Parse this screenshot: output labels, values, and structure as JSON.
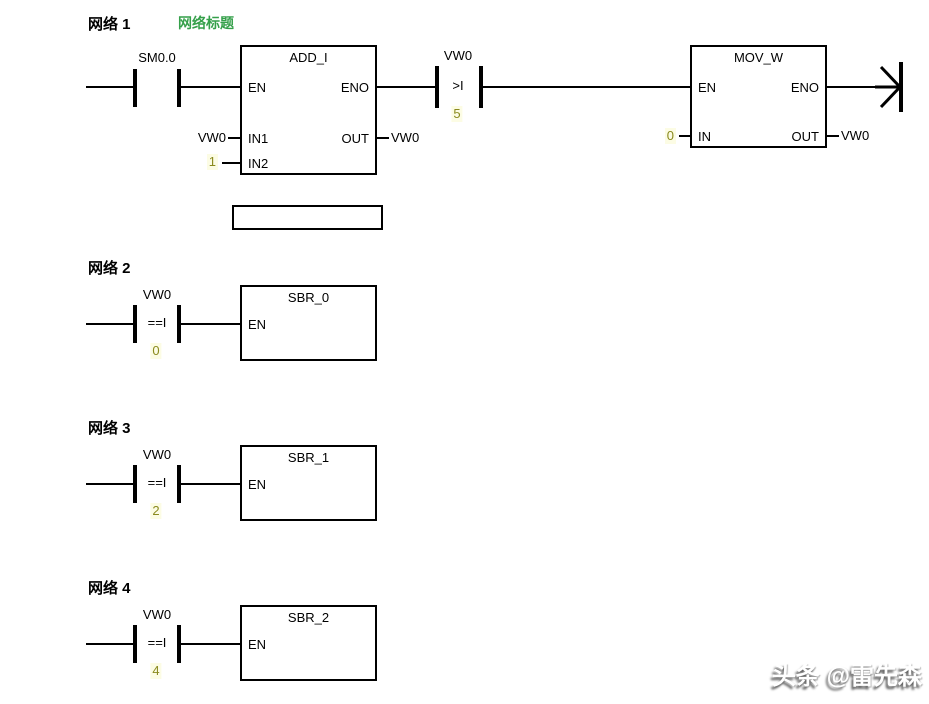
{
  "colors": {
    "wire": "#000000",
    "network_title_green": "#35a04a",
    "constant_olive": "#8a8a1e",
    "background": "#ffffff"
  },
  "watermark": "头条 @雷先森",
  "networks": [
    {
      "label": "网络 1",
      "title": "网络标题",
      "power_contact": {
        "operand": "SM0.0"
      },
      "add_block": {
        "title": "ADD_I",
        "en": "EN",
        "eno": "ENO",
        "in1": "IN1",
        "in2": "IN2",
        "out": "OUT",
        "in1_operand": "VW0",
        "in2_value": "1",
        "out_operand": "VW0"
      },
      "compare_contact": {
        "operand": "VW0",
        "operator": ">I",
        "value": "5"
      },
      "mov_block": {
        "title": "MOV_W",
        "en": "EN",
        "eno": "ENO",
        "in": "IN",
        "out": "OUT",
        "in_value": "0",
        "out_operand": "VW0"
      }
    },
    {
      "label": "网络 2",
      "contact": {
        "operand": "VW0",
        "operator": "==I",
        "value": "0"
      },
      "sub_block": {
        "title": "SBR_0",
        "en": "EN"
      }
    },
    {
      "label": "网络 3",
      "contact": {
        "operand": "VW0",
        "operator": "==I",
        "value": "2"
      },
      "sub_block": {
        "title": "SBR_1",
        "en": "EN"
      }
    },
    {
      "label": "网络 4",
      "contact": {
        "operand": "VW0",
        "operator": "==I",
        "value": "4"
      },
      "sub_block": {
        "title": "SBR_2",
        "en": "EN"
      }
    }
  ]
}
